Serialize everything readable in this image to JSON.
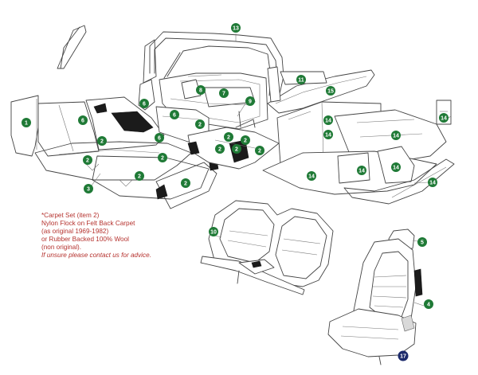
{
  "colors": {
    "callout_fill": "#1f7a36",
    "callout_fill_highlight": "#1c2a6b",
    "note_text": "#b5322e",
    "line": "#444444"
  },
  "callouts": [
    {
      "id": "c13",
      "label": "13"
    },
    {
      "id": "c11",
      "label": "11"
    },
    {
      "id": "c15",
      "label": "15"
    },
    {
      "id": "c1",
      "label": "1"
    },
    {
      "id": "c6a",
      "label": "6"
    },
    {
      "id": "c6b",
      "label": "6"
    },
    {
      "id": "c6c",
      "label": "6"
    },
    {
      "id": "c6d",
      "label": "6"
    },
    {
      "id": "c8",
      "label": "8"
    },
    {
      "id": "c7",
      "label": "7"
    },
    {
      "id": "c9",
      "label": "9"
    },
    {
      "id": "c2a",
      "label": "2"
    },
    {
      "id": "c2b",
      "label": "2"
    },
    {
      "id": "c2c",
      "label": "2"
    },
    {
      "id": "c2d",
      "label": "2"
    },
    {
      "id": "c2e",
      "label": "2"
    },
    {
      "id": "c2f",
      "label": "2"
    },
    {
      "id": "c2g",
      "label": "2"
    },
    {
      "id": "c2h",
      "label": "2"
    },
    {
      "id": "c2i",
      "label": "2"
    },
    {
      "id": "c2j",
      "label": "2"
    },
    {
      "id": "c2k",
      "label": "2"
    },
    {
      "id": "c3",
      "label": "3"
    },
    {
      "id": "c14a",
      "label": "14"
    },
    {
      "id": "c14b",
      "label": "14"
    },
    {
      "id": "c14c",
      "label": "14"
    },
    {
      "id": "c14d",
      "label": "14"
    },
    {
      "id": "c14e",
      "label": "14"
    },
    {
      "id": "c14f",
      "label": "14"
    },
    {
      "id": "c14g",
      "label": "14"
    },
    {
      "id": "c14h",
      "label": "14"
    },
    {
      "id": "c10",
      "label": "10"
    },
    {
      "id": "c5",
      "label": "5"
    },
    {
      "id": "c4",
      "label": "4"
    },
    {
      "id": "c17",
      "label": "17"
    }
  ],
  "note": {
    "line1": "*Carpet Set (item 2)",
    "line2": "Nylon Flock on Felt Back Carpet",
    "line3": "(as original 1969-1982)",
    "line4": "or Rubber Backed 100% Wool",
    "line5": "(non original).",
    "line6": "If unsure please contact us for advice."
  }
}
